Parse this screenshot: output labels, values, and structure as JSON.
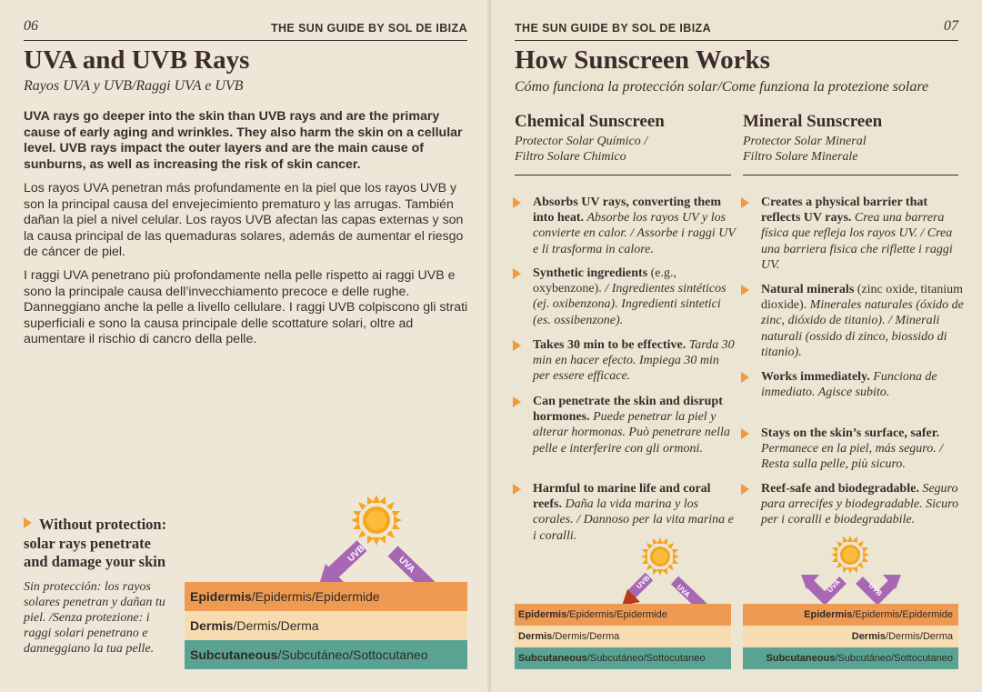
{
  "left": {
    "page_number": "06",
    "header": "THE SUN GUIDE BY SOL DE IBIZA",
    "title": "UVA and UVB Rays",
    "subtitle": "Rayos UVA y UVB/Raggi UVA e UVB",
    "para_en": "UVA rays go deeper into the skin than UVB rays and are the primary cause of early aging and wrinkles. They also harm the skin on a cellular level. UVB rays impact the outer layers and are the main cause of sunburns, as well as increasing the risk of skin cancer.",
    "para_es": "Los rayos UVA penetran más profundamente en la piel que los rayos UVB y son la principal causa del envejecimiento prematuro y las arrugas. También dañan la piel a nivel celular. Los rayos UVB afectan las capas externas y son la causa principal de las quemaduras solares, además de aumentar el riesgo de cáncer de piel.",
    "para_it": "I raggi UVA penetrano più profondamente nella pelle rispetto ai raggi UVB e sono la principale causa dell’invecchiamento precoce e delle rughe. Danneggiano anche la pelle a livello cellulare. I raggi UVB colpiscono gli strati superficiali e sono la causa principale delle scottature solari, oltre ad aumentare il rischio di cancro della pelle.",
    "callout_title": "Without protection: solar rays penetrate and damage your skin",
    "callout_sub": "Sin protección: los rayos solares penetran y dañan tu piel. /Senza protezione: i raggi solari penetrano e danneggiano la tua pelle.",
    "diagram": {
      "uvb": "UVB",
      "uva": "UVA",
      "epidermis": "Epidermis",
      "epidermis_tr": "/Epidermis/Epidermide",
      "dermis": "Dermis",
      "dermis_tr": "/Dermis/Derma",
      "subcutaneous": "Subcutaneous",
      "subcutaneous_tr": "/Subcutáneo/Sottocutaneo"
    }
  },
  "right": {
    "page_number": "07",
    "header": "THE SUN GUIDE BY SOL DE IBIZA",
    "title": "How Sunscreen Works",
    "subtitle": "Cómo funciona la protección solar/Come funziona la protezione solare",
    "chemical": {
      "title": "Chemical Sunscreen",
      "sub1": "Protector Solar Químico /",
      "sub2": "Filtro Solare Chimico",
      "bullets": [
        {
          "bold": "Absorbs UV rays, converting them into heat.",
          "normal": "",
          "italic": "Absorbe los rayos UV y los convierte en calor. / Assorbe i raggi UV e li trasforma in calore."
        },
        {
          "bold": "Synthetic ingredients",
          "normal": "(e.g., oxybenzone).",
          "italic": "/ Ingredientes sintéticos (ej. oxibenzona). Ingredienti sintetici (es. ossibenzone)."
        },
        {
          "bold": "Takes 30 min to be effective.",
          "normal": "",
          "italic": "Tarda 30 min en hacer efecto. Impiega 30 min per essere efficace."
        },
        {
          "bold": "Can penetrate the skin and disrupt hormones.",
          "normal": "",
          "italic": "Puede penetrar la piel y alterar hormonas. Può penetrare nella pelle e interferire con gli ormoni."
        },
        {
          "bold": "Harmful to marine life and coral reefs.",
          "normal": "",
          "italic": "Daña la vida marina y los corales. / Dannoso per la vita marina e i coralli."
        }
      ]
    },
    "mineral": {
      "title": "Mineral Sunscreen",
      "sub1": "Protector Solar Mineral",
      "sub2": "Filtro Solare Minerale",
      "bullets": [
        {
          "bold": "Creates a physical barrier that reflects UV rays.",
          "normal": "",
          "italic": "Crea una barrera física que refleja los rayos UV. / Crea una barriera fisica che riflette i raggi UV."
        },
        {
          "bold": "Natural minerals",
          "normal": "(zinc oxide, titanium dioxide).",
          "italic": "Minerales naturales (óxido de zinc, dióxido de titanio). / Minerali naturali (ossido di zinco, biossido di titanio)."
        },
        {
          "bold": "Works immediately.",
          "normal": "",
          "italic": "Funciona de inmediato. Agisce subito."
        },
        {
          "bold": "Stays on the skin’s surface, safer.",
          "normal": "",
          "italic": "Permanece en la piel, más seguro. / Resta sulla pelle, più sicuro."
        },
        {
          "bold": "Reef-safe and biodegradable.",
          "normal": "",
          "italic": "Seguro para arrecifes y biodegradable. Sicuro per i coralli e biodegradabile."
        }
      ]
    },
    "diagram": {
      "uvb": "UVB",
      "uva": "UVA",
      "epidermis": "Epidermis",
      "epidermis_tr": "/Epidermis/Epidermide",
      "dermis": "Dermis",
      "dermis_tr": "/Dermis/Derma",
      "subcutaneous": "Subcutaneous",
      "subcutaneous_tr": "/Subcutáneo/Sottocutaneo"
    }
  },
  "colors": {
    "sun": "#f7a51c",
    "uvb_arrow": "#a867b3",
    "uva_arrow": "#a867b3",
    "absorbed_arrow": "#b8391c",
    "epidermis": "#ef9a52",
    "dermis": "#f7dcb2",
    "subcutaneous": "#5aa392",
    "bullet": "#ef9a3c"
  }
}
